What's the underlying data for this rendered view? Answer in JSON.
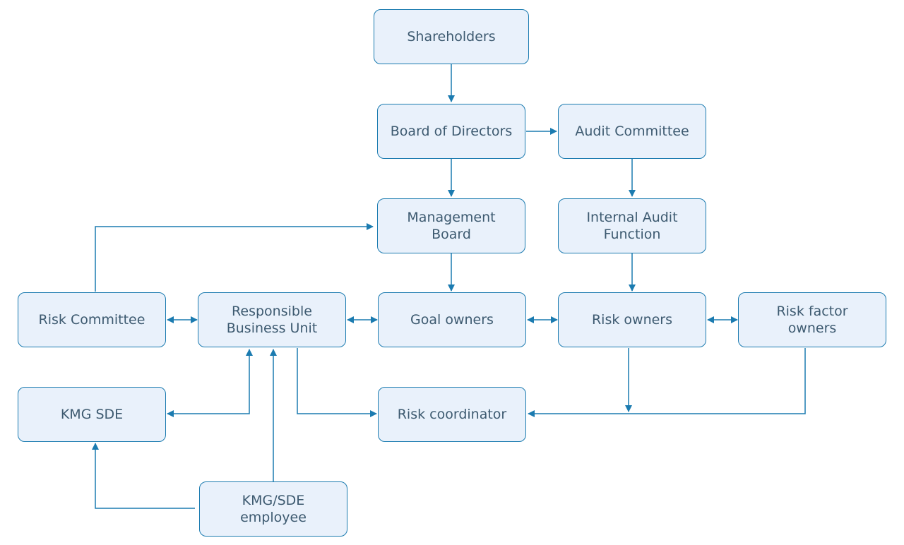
{
  "nodes": {
    "shareholders": "Shareholders",
    "board_of_directors": "Board of Directors",
    "audit_committee": "Audit Committee",
    "management_board": "Management\nBoard",
    "internal_audit_function": "Internal Audit\nFunction",
    "risk_committee": "Risk Committee",
    "responsible_business_unit": "Responsible\nBusiness Unit",
    "goal_owners": "Goal owners",
    "risk_owners": "Risk owners",
    "risk_factor_owners": "Risk factor\nowners",
    "kmg_sde": "KMG SDE",
    "risk_coordinator": "Risk coordinator",
    "kmg_sde_employee": "KMG/SDE\nemployee"
  },
  "colors": {
    "box_fill": "#e9f1fb",
    "line": "#1b7bb0",
    "text": "#3d5a70"
  }
}
